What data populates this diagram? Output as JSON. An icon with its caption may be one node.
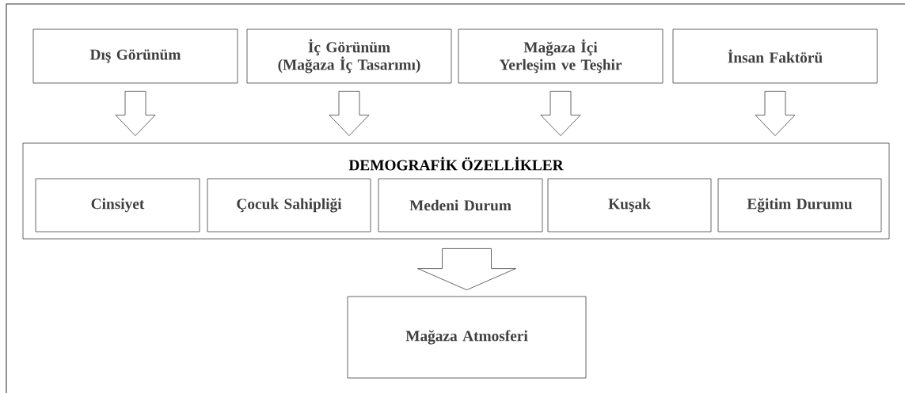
{
  "diagram": {
    "nodes": [
      {
        "text": [
          "Dış Görünüm"
        ]
      },
      {
        "text": [
          "İç Görünüm (Mağaza İç Tasarımı)"
        ]
      },
      {
        "text": [
          "Mağaza İçi Yerleşim ve Teşhir"
        ]
      },
      {
        "text": [
          "İnsan Faktörü"
        ]
      },
      {
        "text": [
          "DEMOGRAFİK ÖZELLİKLER"
        ]
      },
      {
        "text": [
          "Cinsiyet"
        ],
        "in": 4
      },
      {
        "text": [
          "Çocuk Sahipliği"
        ],
        "in": 4
      },
      {
        "text": [
          "Medeni Durum"
        ],
        "in": 4
      },
      {
        "text": [
          "Kuşak"
        ],
        "in": 4
      },
      {
        "text": [
          "Eğitim Durumu"
        ],
        "in": 4
      },
      {
        "text": [
          "Mağaza Atmosferi"
        ]
      }
    ],
    "edges": [
      {
        "from": 0,
        "to": 4,
        "arrow": "to"
      },
      {
        "from": 1,
        "to": 4,
        "arrow": "to"
      },
      {
        "from": 2,
        "to": 4,
        "arrow": "to"
      },
      {
        "from": 3,
        "to": 4,
        "arrow": "to"
      },
      {
        "from": 4,
        "to": 10,
        "arrow": "to"
      }
    ]
  }
}
